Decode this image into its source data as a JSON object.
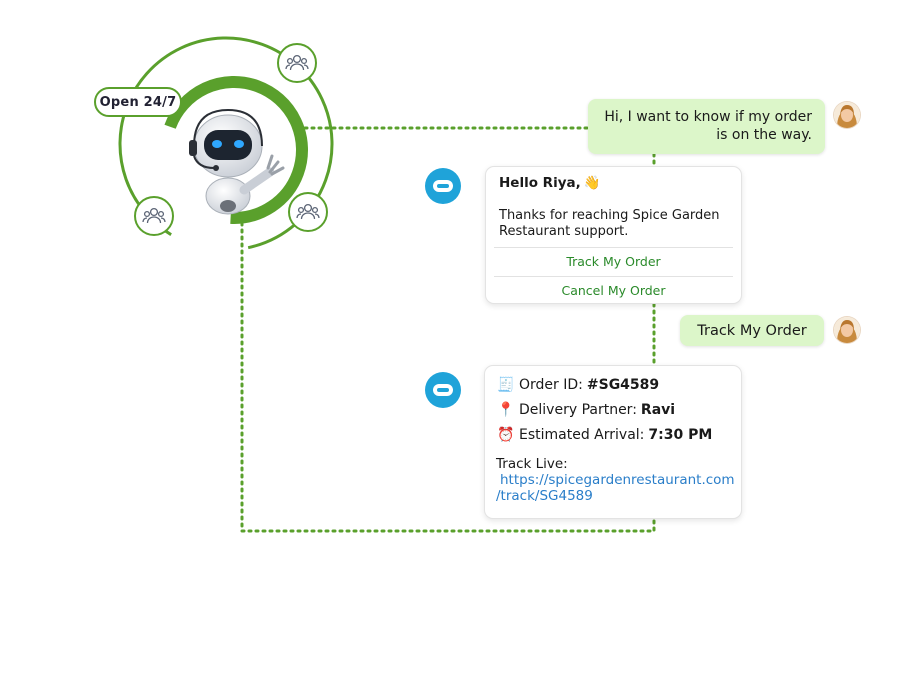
{
  "hero": {
    "badge": "Open 24/7",
    "icons": [
      "people-group-icon",
      "people-group-icon",
      "people-group-icon"
    ],
    "mascot": "support-robot"
  },
  "chat": {
    "user_message_1": [
      "Hi, I want to know if my order",
      "is on the way."
    ],
    "bot_card_1": {
      "greeting": "Hello Riya,",
      "greeting_emoji": "👋",
      "body": "Thanks for reaching Spice Garden Restaurant support.",
      "buttons": [
        "Track My Order",
        "Cancel My Order"
      ]
    },
    "user_message_2": "Track My Order",
    "bot_card_2": {
      "order_id_label": "Order ID:",
      "order_id_value": "#SG4589",
      "partner_label": "Delivery Partner:",
      "partner_value": "Ravi",
      "arrival_label": "Estimated Arrival:",
      "arrival_value": "7:30 PM",
      "emoji_order": "🧾",
      "emoji_partner": "📍",
      "emoji_arrival": "⏰",
      "track_label": "Track Live:",
      "track_link_line1": "https://spicegardenrestaurant.com",
      "track_link_line2": "/track/SG4589"
    }
  },
  "colors": {
    "accent_green": "#5aa02c",
    "user_bubble": "#dcf6c9",
    "bot_avatar": "#1fa3d9",
    "quick_button_text": "#2a8a2a",
    "link": "#2a7ec9"
  }
}
